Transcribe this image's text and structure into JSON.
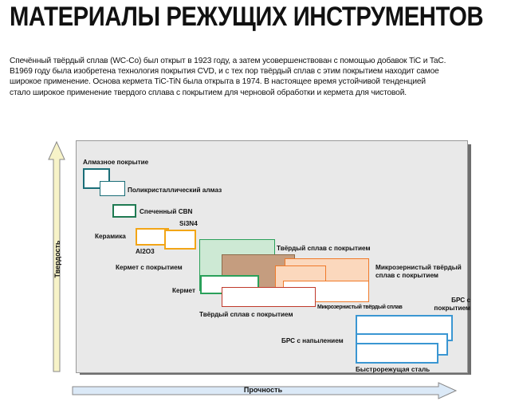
{
  "page": {
    "title": "МАТЕРИАЛЫ РЕЖУЩИХ ИНСТРУМЕНТОВ",
    "intro_lines": [
      "Спечённый твёрдый сплав (WC-Co) был открыт в 1923 году, а затем усовершенствован с помощью добавок TiC и TaC.",
      "В1969 году была изобретена технология покрытия CVD, и с тех пор твёрдый сплав с этим покрытием находит самое",
      "широкое применение. Основа кермета TiC-TiN была открыта в 1974. В настоящее время устойчивой тенденцией",
      "стало широкое применение твердого сплава с покрытием  для черновой обработки и  кермета для чистовой."
    ]
  },
  "diagram": {
    "y_axis_label": "Твердость",
    "x_axis_label": "Прочность",
    "labels": {
      "diamond_coating": "Алмазное покрытие",
      "pcd": "Поликристаллический алмаз",
      "cbn": "Спеченный CBN",
      "si3n4": "Si3N4",
      "ceramics": "Керамика",
      "al2o3": "Al2O3",
      "coated_cermet": "Кермет с покрытием",
      "cermet": "Кермет",
      "coated_carbide_top": "Твёрдый сплав с покрытием",
      "coated_carbide_bottom": "Твёрдый сплав с покрытием",
      "micrograin_coated": "Микрозернистый твёрдый сплав с покрытием",
      "micrograin": "Микрозернистый твёрдый сплав",
      "hss_coated": "БРС с покрытием",
      "hss_sprayed": "БРС с напылением",
      "hss": "Быстрорежущая сталь"
    },
    "colors": {
      "diamond": "#1a6e78",
      "cbn": "#1f7a52",
      "ceramics": "#f2a516",
      "coated_carbide": "#2aa05a",
      "micrograin": "#f07a2a",
      "carbide_brown": "#b98a6a",
      "hss": "#3a96d2",
      "panel": "#e9e9e9",
      "arrow_fill": "#f7f3c8",
      "x_arrow_fill": "#dbe9f7"
    }
  }
}
